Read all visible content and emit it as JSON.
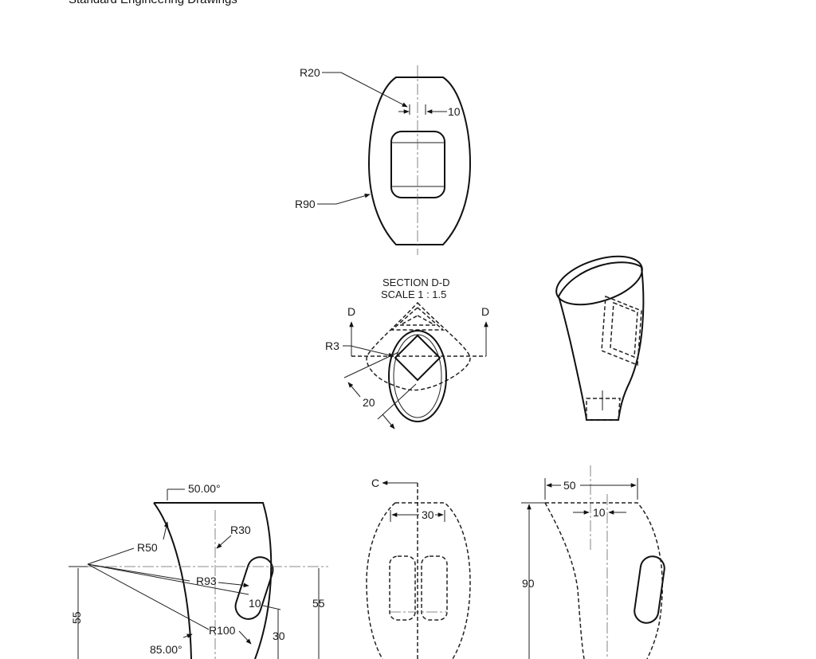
{
  "page": {
    "title": "Standard Engineering Drawings"
  },
  "top_view": {
    "r_top": "R20",
    "width": "10",
    "r_side": "R90"
  },
  "section": {
    "title": "SECTION D-D",
    "scale": "SCALE 1 : 1.5",
    "marker": "D",
    "radius": "R3",
    "diag": "20"
  },
  "side_view": {
    "angle_top": "50.00°",
    "r50": "R50",
    "r30": "R30",
    "r93": "R93",
    "slot": "10",
    "r100": "R100",
    "angle_bottom": "85.00°",
    "h_left": "55",
    "h_right": "55",
    "h_slot": "30"
  },
  "front_view": {
    "section_marker": "C",
    "width": "30"
  },
  "right_view": {
    "width": "50",
    "offset": "10",
    "height": "90"
  }
}
